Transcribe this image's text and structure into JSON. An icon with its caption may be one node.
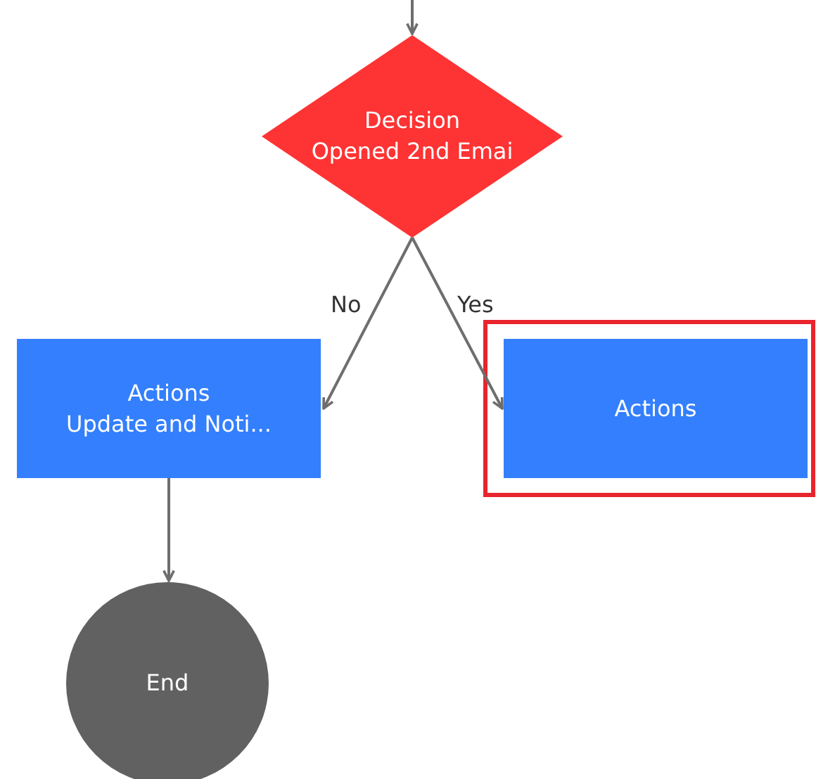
{
  "diagram": {
    "nodes": [
      {
        "text": [
          "Decision",
          "Opened 2nd Emai"
        ]
      },
      {
        "text": [
          "Actions",
          "Update and Noti..."
        ]
      },
      {
        "text": [
          "Actions"
        ]
      },
      {
        "text": [
          "End"
        ]
      }
    ],
    "edges": [
      {
        "from": null,
        "to": 0,
        "arrow": "to"
      },
      {
        "from": 0,
        "to": 1,
        "label": "No",
        "arrow": "to"
      },
      {
        "from": 0,
        "to": 2,
        "label": "Yes",
        "arrow": "to"
      },
      {
        "from": 1,
        "to": 3,
        "arrow": "to"
      }
    ]
  }
}
